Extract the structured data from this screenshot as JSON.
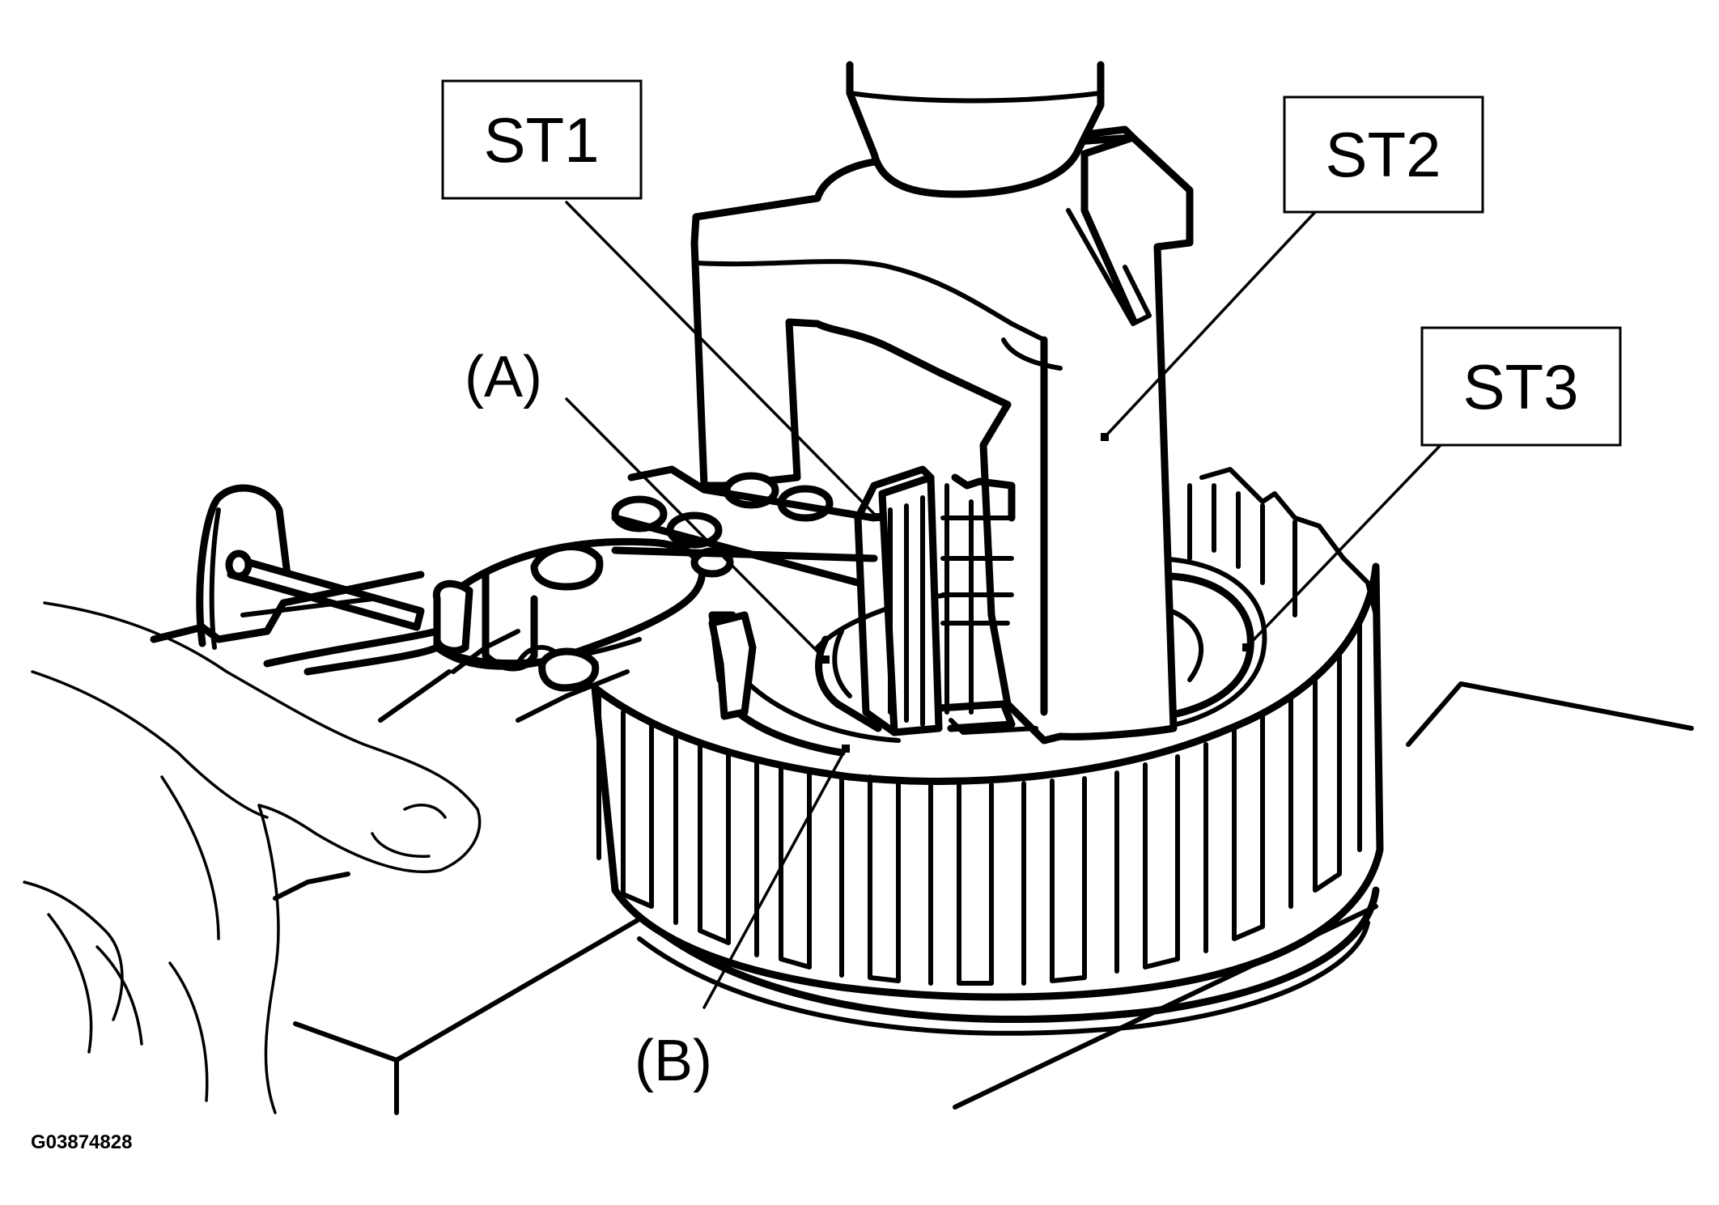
{
  "labels": {
    "st1": "ST1",
    "st2": "ST2",
    "st3": "ST3",
    "a": "(A)",
    "b": "(B)"
  },
  "figure_code": "G03874828",
  "colors": {
    "ink": "#000000",
    "background": "#ffffff"
  }
}
